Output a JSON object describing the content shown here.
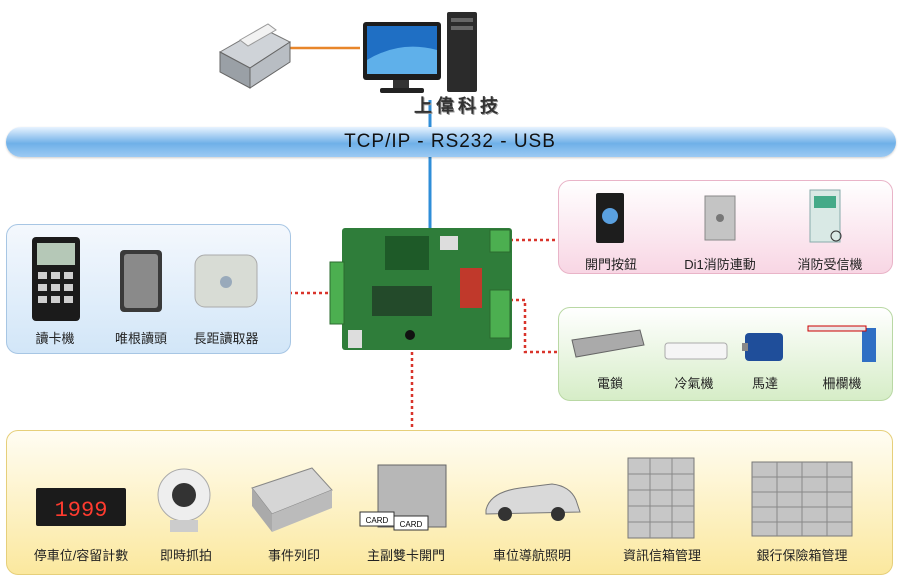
{
  "bus": {
    "label": "TCP/IP - RS232 - USB"
  },
  "brand": {
    "text": "上偉科技"
  },
  "colors": {
    "accent_blue": "#2f8ed8",
    "wire_orange": "#e8862a",
    "dotted_red": "#d9342b",
    "board_green": "#2f7d3a"
  },
  "readers": [
    {
      "label": "讀卡機",
      "icon": "card-reader-icon"
    },
    {
      "label": "唯根讀頭",
      "icon": "reader-head-icon"
    },
    {
      "label": "長距讀取器",
      "icon": "long-range-reader-icon"
    }
  ],
  "alarm_devices": [
    {
      "label": "開門按鈕",
      "icon": "exit-button-icon"
    },
    {
      "label": "Di1消防連動",
      "icon": "fire-switch-icon"
    },
    {
      "label": "消防受信機",
      "icon": "fire-panel-icon"
    }
  ],
  "motor_devices": [
    {
      "label": "電鎖",
      "icon": "electric-lock-icon"
    },
    {
      "label": "冷氣機",
      "icon": "air-conditioner-icon"
    },
    {
      "label": "馬達",
      "icon": "motor-icon"
    },
    {
      "label": "柵欄機",
      "icon": "barrier-gate-icon"
    }
  ],
  "applications": [
    {
      "label": "停車位/容留計數",
      "icon": "counter-display-icon",
      "display": "1999"
    },
    {
      "label": "即時抓拍",
      "icon": "webcam-icon"
    },
    {
      "label": "事件列印",
      "icon": "printer-icon"
    },
    {
      "label": "主副雙卡開門",
      "icon": "dual-card-icon",
      "card_a": "CARD",
      "card_b": "CARD"
    },
    {
      "label": "車位導航照明",
      "icon": "car-icon"
    },
    {
      "label": "資訊信箱管理",
      "icon": "mailbox-icon"
    },
    {
      "label": "銀行保險箱管理",
      "icon": "safe-deposit-icon"
    }
  ]
}
